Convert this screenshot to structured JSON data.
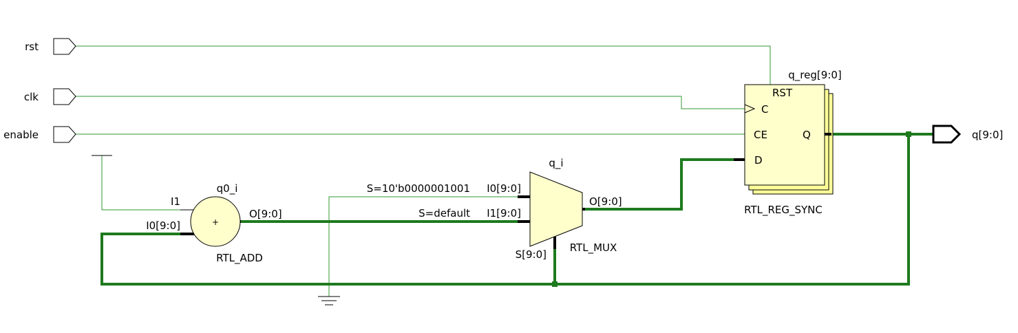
{
  "ports": {
    "rst": "rst",
    "clk": "clk",
    "enable": "enable",
    "q": "q[9:0]"
  },
  "adder": {
    "instance": "q0_i",
    "type": "RTL_ADD",
    "symbol": "+",
    "pin_i1": "I1",
    "pin_i0": "I0[9:0]",
    "pin_o": "O[9:0]"
  },
  "mux": {
    "instance": "q_i",
    "type": "RTL_MUX",
    "pin_i0": "I0[9:0]",
    "pin_i1": "I1[9:0]",
    "pin_o": "O[9:0]",
    "pin_s": "S[9:0]",
    "sel0": "S=10'b0000001001",
    "sel1": "S=default"
  },
  "reg": {
    "instance": "q_reg[9:0]",
    "type": "RTL_REG_SYNC",
    "pin_rst": "RST",
    "pin_c": "C",
    "pin_ce": "CE",
    "pin_d": "D",
    "pin_q": "Q"
  },
  "colors": {
    "wire": "#2f9a2f",
    "bus": "#1e7a1e",
    "cell_fill": "#ffffcc",
    "reg_fill": "#ffff99"
  }
}
